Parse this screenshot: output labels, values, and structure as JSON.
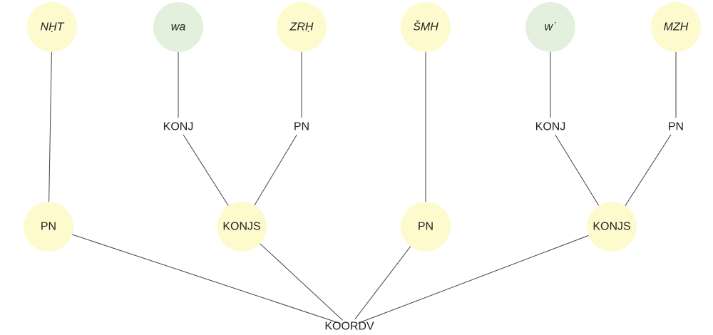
{
  "diagram": {
    "colors": {
      "node_yellow": "#fdfbce",
      "node_green": "#e4f0de",
      "edge": "#404040",
      "text": "#222222"
    },
    "nodes": [
      {
        "id": "n-nht",
        "label": "NḤT",
        "italic": true,
        "circle": "yellow"
      },
      {
        "id": "n-wa",
        "label": "wa",
        "italic": true,
        "circle": "green"
      },
      {
        "id": "n-zrh",
        "label": "ZRḤ",
        "italic": true,
        "circle": "yellow"
      },
      {
        "id": "n-smh",
        "label": "ŠMH",
        "italic": true,
        "circle": "yellow"
      },
      {
        "id": "n-w",
        "label": "w˙",
        "italic": true,
        "circle": "green"
      },
      {
        "id": "n-mzh",
        "label": "MZH",
        "italic": true,
        "circle": "yellow"
      },
      {
        "id": "n-konj1",
        "label": "KONJ",
        "italic": false,
        "circle": "none"
      },
      {
        "id": "n-pn2",
        "label": "PN",
        "italic": false,
        "circle": "none"
      },
      {
        "id": "n-konj2",
        "label": "KONJ",
        "italic": false,
        "circle": "none"
      },
      {
        "id": "n-pn4",
        "label": "PN",
        "italic": false,
        "circle": "none"
      },
      {
        "id": "n-pn1",
        "label": "PN",
        "italic": false,
        "circle": "yellow"
      },
      {
        "id": "n-konjs1",
        "label": "KONJS",
        "italic": false,
        "circle": "yellow"
      },
      {
        "id": "n-pn3",
        "label": "PN",
        "italic": false,
        "circle": "yellow"
      },
      {
        "id": "n-konjs2",
        "label": "KONJS",
        "italic": false,
        "circle": "yellow"
      },
      {
        "id": "n-koordv",
        "label": "KOORDV",
        "italic": false,
        "circle": "none"
      }
    ],
    "edges": [
      [
        "n-nht",
        "n-pn1"
      ],
      [
        "n-wa",
        "n-konj1"
      ],
      [
        "n-zrh",
        "n-pn2"
      ],
      [
        "n-konj1",
        "n-konjs1"
      ],
      [
        "n-pn2",
        "n-konjs1"
      ],
      [
        "n-smh",
        "n-pn3"
      ],
      [
        "n-w",
        "n-konj2"
      ],
      [
        "n-mzh",
        "n-pn4"
      ],
      [
        "n-konj2",
        "n-konjs2"
      ],
      [
        "n-pn4",
        "n-konjs2"
      ],
      [
        "n-pn1",
        "n-koordv"
      ],
      [
        "n-konjs1",
        "n-koordv"
      ],
      [
        "n-pn3",
        "n-koordv"
      ],
      [
        "n-konjs2",
        "n-koordv"
      ]
    ]
  }
}
